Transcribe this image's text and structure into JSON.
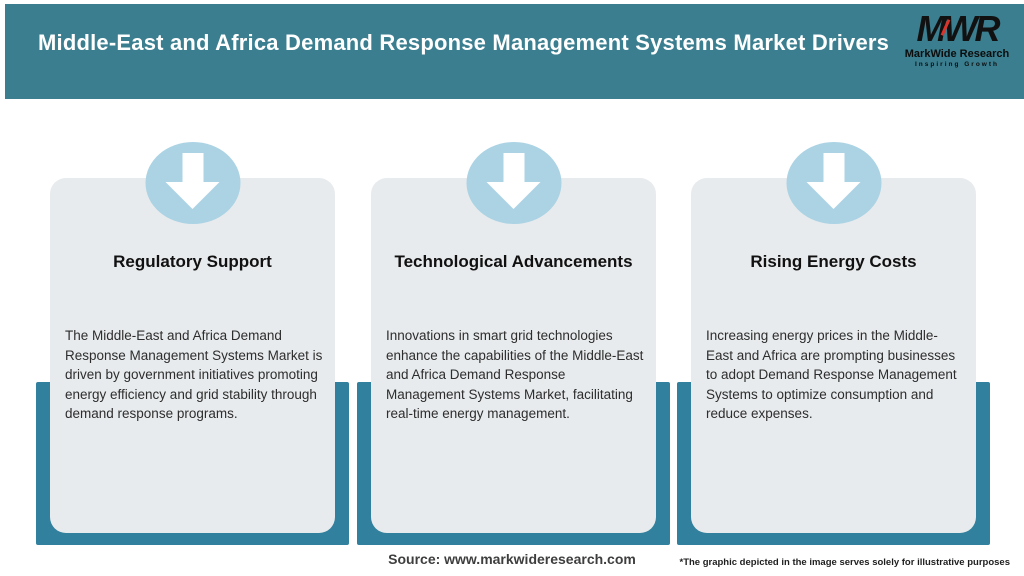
{
  "header": {
    "title": "Middle-East and Africa Demand Response Management Systems Market Drivers",
    "bg_color": "#3a7e8f",
    "logo": {
      "acronym": "MWR",
      "name": "MarkWide Research",
      "tagline": "Inspiring Growth",
      "accent_color": "#d9342b"
    }
  },
  "cards": [
    {
      "icon": "arrow-down-icon",
      "title": "Regulatory Support",
      "body": "The Middle-East and Africa Demand Response Management Systems Market is driven by government initiatives promoting energy efficiency and grid stability through demand response programs."
    },
    {
      "icon": "arrow-down-icon",
      "title": "Technological Advancements",
      "body": "Innovations in smart grid technologies enhance the capabilities of the Middle-East and Africa Demand Response Management Systems Market, facilitating real-time energy management."
    },
    {
      "icon": "arrow-down-icon",
      "title": "Rising Energy Costs",
      "body": "Increasing energy prices in the Middle-East and Africa are prompting businesses to adopt Demand Response Management Systems to optimize consumption and reduce expenses."
    }
  ],
  "footer": {
    "source": "Source: www.markwideresearch.com",
    "disclaimer": "*The graphic depicted in the image serves solely for illustrative purposes"
  },
  "colors": {
    "header_teal": "#3a7e8f",
    "backing_teal": "#31809d",
    "card_gray": "#e8ebed",
    "circle_blue": "#abd3e4"
  }
}
